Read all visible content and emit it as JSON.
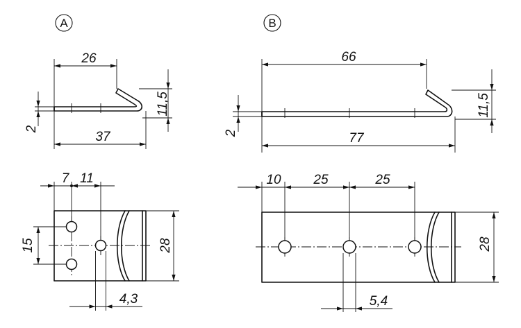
{
  "views": {
    "a": {
      "label": "A",
      "dims": {
        "top_length": "26",
        "bend_height": "11,5",
        "thickness": "2",
        "total_length": "37",
        "hole_offset_1": "7",
        "hole_offset_2": "11",
        "hole_spacing": "15",
        "width": "28",
        "hole_dia": "4,3"
      }
    },
    "b": {
      "label": "B",
      "dims": {
        "top_length": "66",
        "bend_height": "11,5",
        "thickness": "2",
        "total_length": "77",
        "hole_offset_1": "10",
        "hole_pitch_1": "25",
        "hole_pitch_2": "25",
        "width": "28",
        "hole_dia": "5,4"
      }
    }
  }
}
